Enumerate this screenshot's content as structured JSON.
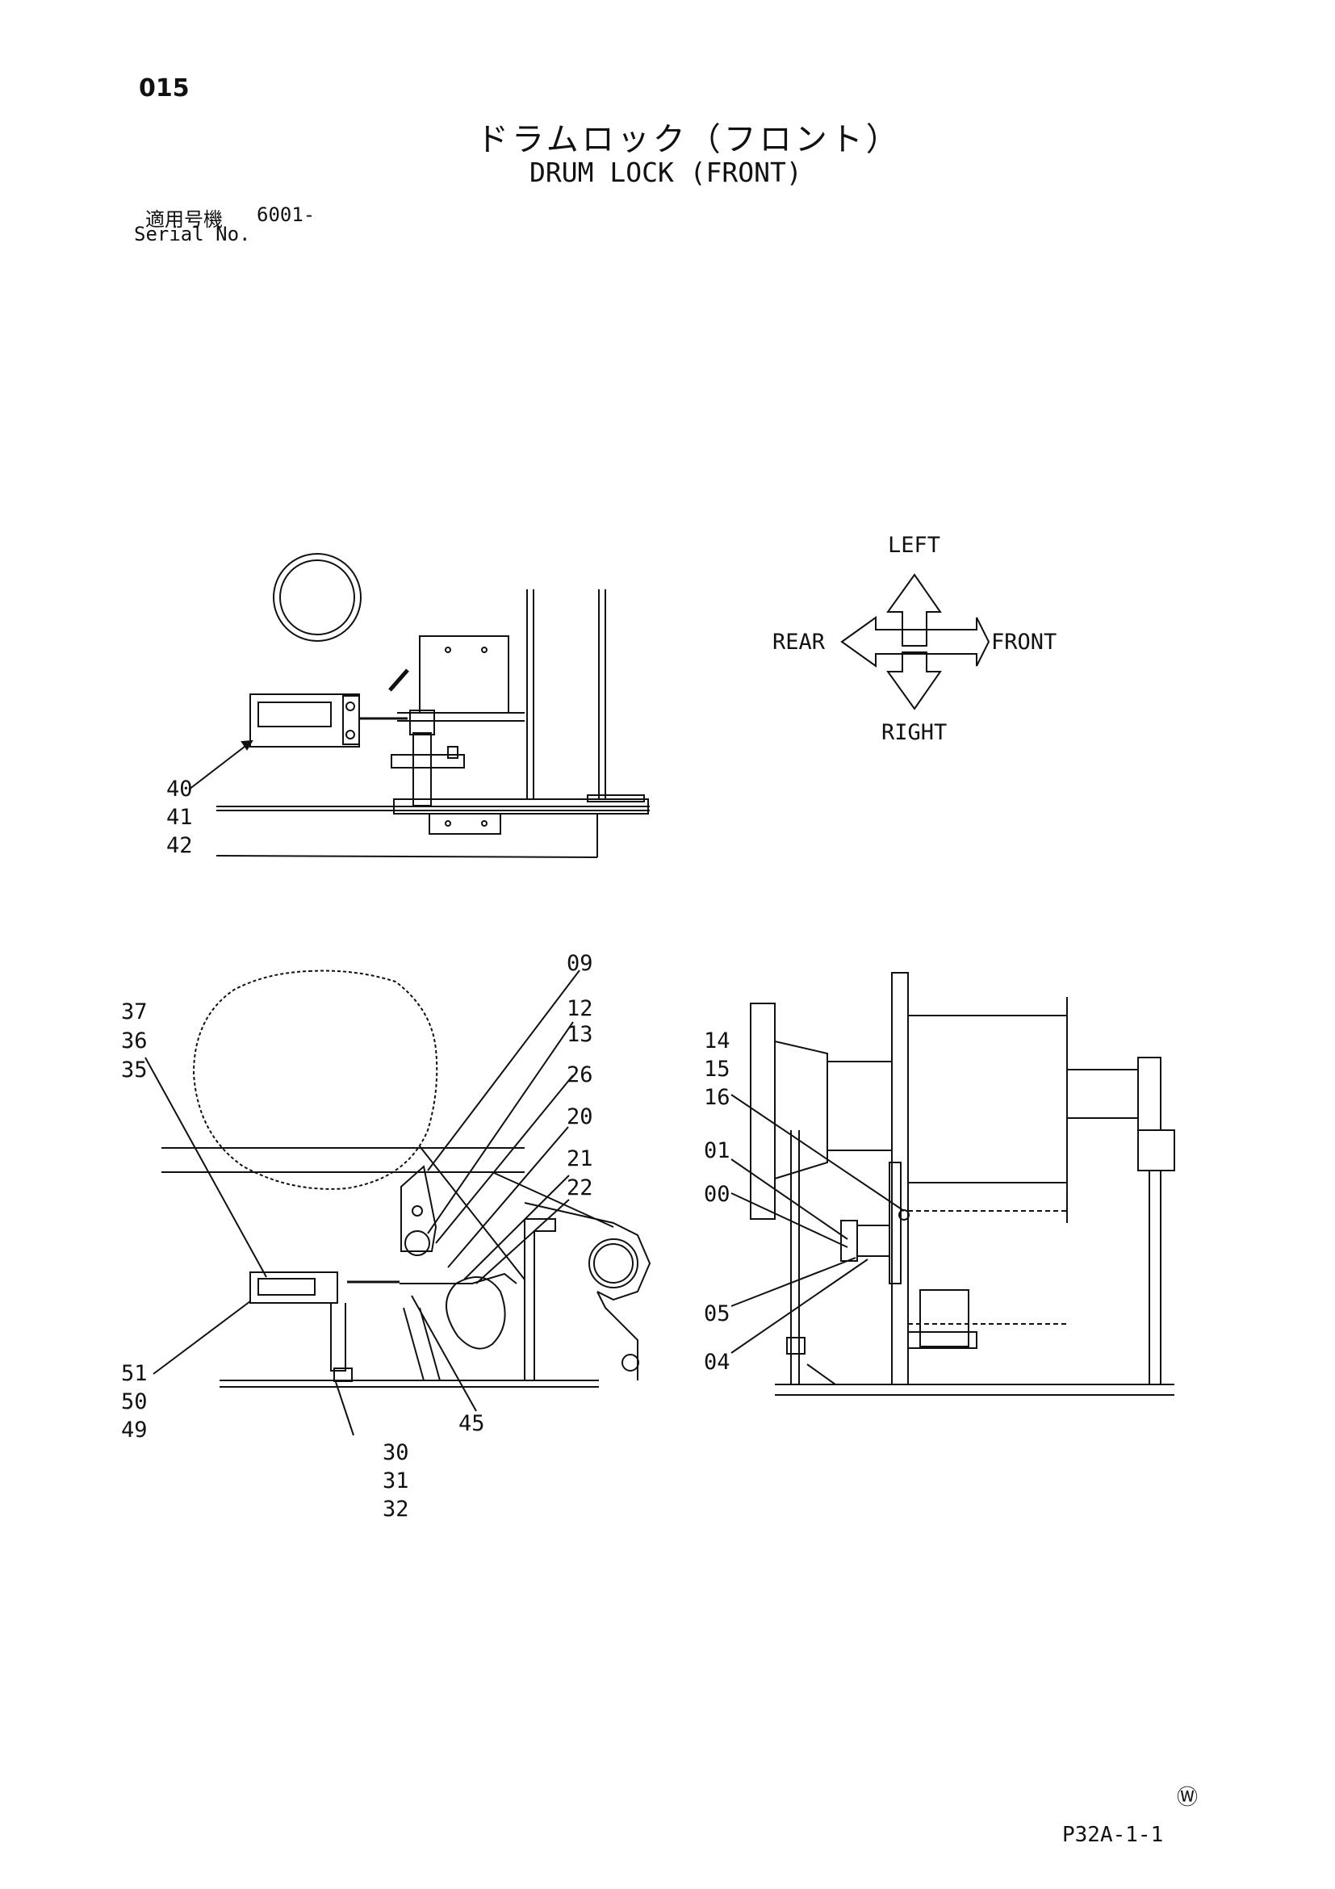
{
  "header": {
    "page_number": "015",
    "title_jp": "ドラムロック（フロント）",
    "title_en": "DRUM LOCK (FRONT)",
    "serial_label_jp": "適用号機",
    "serial_value": "6001-",
    "serial_label_en": "Serial No."
  },
  "compass": {
    "left": "LEFT",
    "right": "RIGHT",
    "rear": "REAR",
    "front": "FRONT"
  },
  "callouts": {
    "top_view": [
      "40",
      "41",
      "42"
    ],
    "side_view": [
      "09",
      "12",
      "13",
      "26",
      "20",
      "21",
      "22",
      "37",
      "36",
      "35",
      "51",
      "50",
      "49",
      "45",
      "30",
      "31",
      "32"
    ],
    "rear_view": [
      "14",
      "15",
      "16",
      "01",
      "00",
      "05",
      "04"
    ]
  },
  "footer": {
    "mark": "Ⓦ",
    "reference": "P32A-1-1"
  }
}
